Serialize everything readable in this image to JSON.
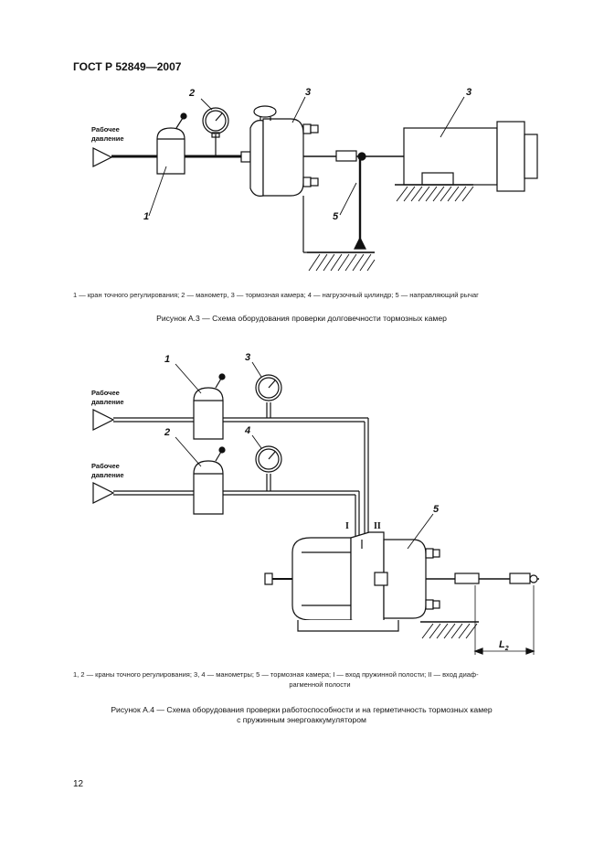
{
  "header": {
    "standard": "ГОСТ Р 52849—2007"
  },
  "figure_a3": {
    "input_label_line1": "Рабочее",
    "input_label_line2": "давление",
    "callouts": [
      "1",
      "2",
      "3",
      "3",
      "5"
    ],
    "legend": "1 — кран точного регулирования; 2 — манометр, 3 — тормозная камера; 4 — нагрузочный цилиндр; 5 — направляющий рычаг",
    "caption": "Рисунок А.3 — Схема оборудования проверки долговечности тормозных камер"
  },
  "figure_a4": {
    "input1_label_line1": "Рабочее",
    "input1_label_line2": "давление",
    "input2_label_line1": "Рабочее",
    "input2_label_line2": "давление",
    "callouts": [
      "1",
      "3",
      "2",
      "4",
      "5"
    ],
    "inlet_I": "I",
    "inlet_II": "II",
    "dimension": "L",
    "dimension_sub": "2",
    "legend_line1": "1, 2 — краны точного регулирования; 3, 4 — манометры; 5 — тормозная камера; I — вход пружинной полости; II — вход диаф-",
    "legend_line2": "рагменной полости",
    "caption_line1": "Рисунок А.4 — Схема оборудования проверки работоспособности и на герметичность тормозных камер",
    "caption_line2": "с пружинным энергоаккумулятором"
  },
  "footer": {
    "page_number": "12"
  }
}
